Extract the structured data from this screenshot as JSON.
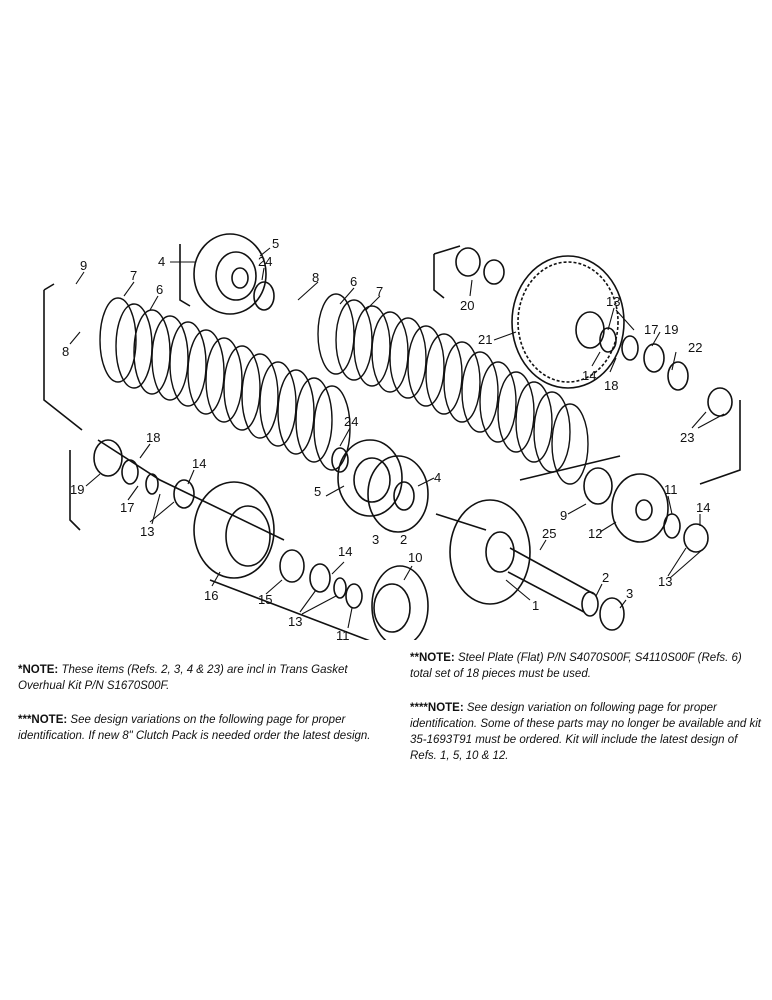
{
  "callouts": {
    "c1": "1",
    "c2": "2",
    "c3": "3",
    "c4": "4",
    "c5": "5",
    "c6": "6",
    "c7": "7",
    "c8": "8",
    "c9": "9",
    "c10": "10",
    "c11": "11",
    "c12": "12",
    "c13": "13",
    "c14": "14",
    "c15": "15",
    "c16": "16",
    "c17": "17",
    "c18": "18",
    "c19": "19",
    "c20": "20",
    "c21": "21",
    "c22": "22",
    "c23": "23",
    "c24": "24",
    "c25": "25"
  },
  "notes": {
    "note1_label": "*NOTE:",
    "note1_text": "These items (Refs. 2, 3, 4 & 23) are incl in Trans Gasket Overhual Kit P/N S1670S00F.",
    "note2_label": "**NOTE:",
    "note2_text": "Steel Plate (Flat) P/N S4070S00F, S4110S00F (Refs. 6) total set of 18 pieces must be used.",
    "note3_label": "***NOTE:",
    "note3_text": "See design variations on the following page for proper identification. If new 8\" Clutch Pack is needed order the latest design.",
    "note4_label": "****NOTE:",
    "note4_text": "See design variation on following page for proper identification. Some of these parts may no longer be available and kit 35-1693T91 must be ordered. Kit will include the latest design of Refs. 1, 5, 10 & 12."
  }
}
